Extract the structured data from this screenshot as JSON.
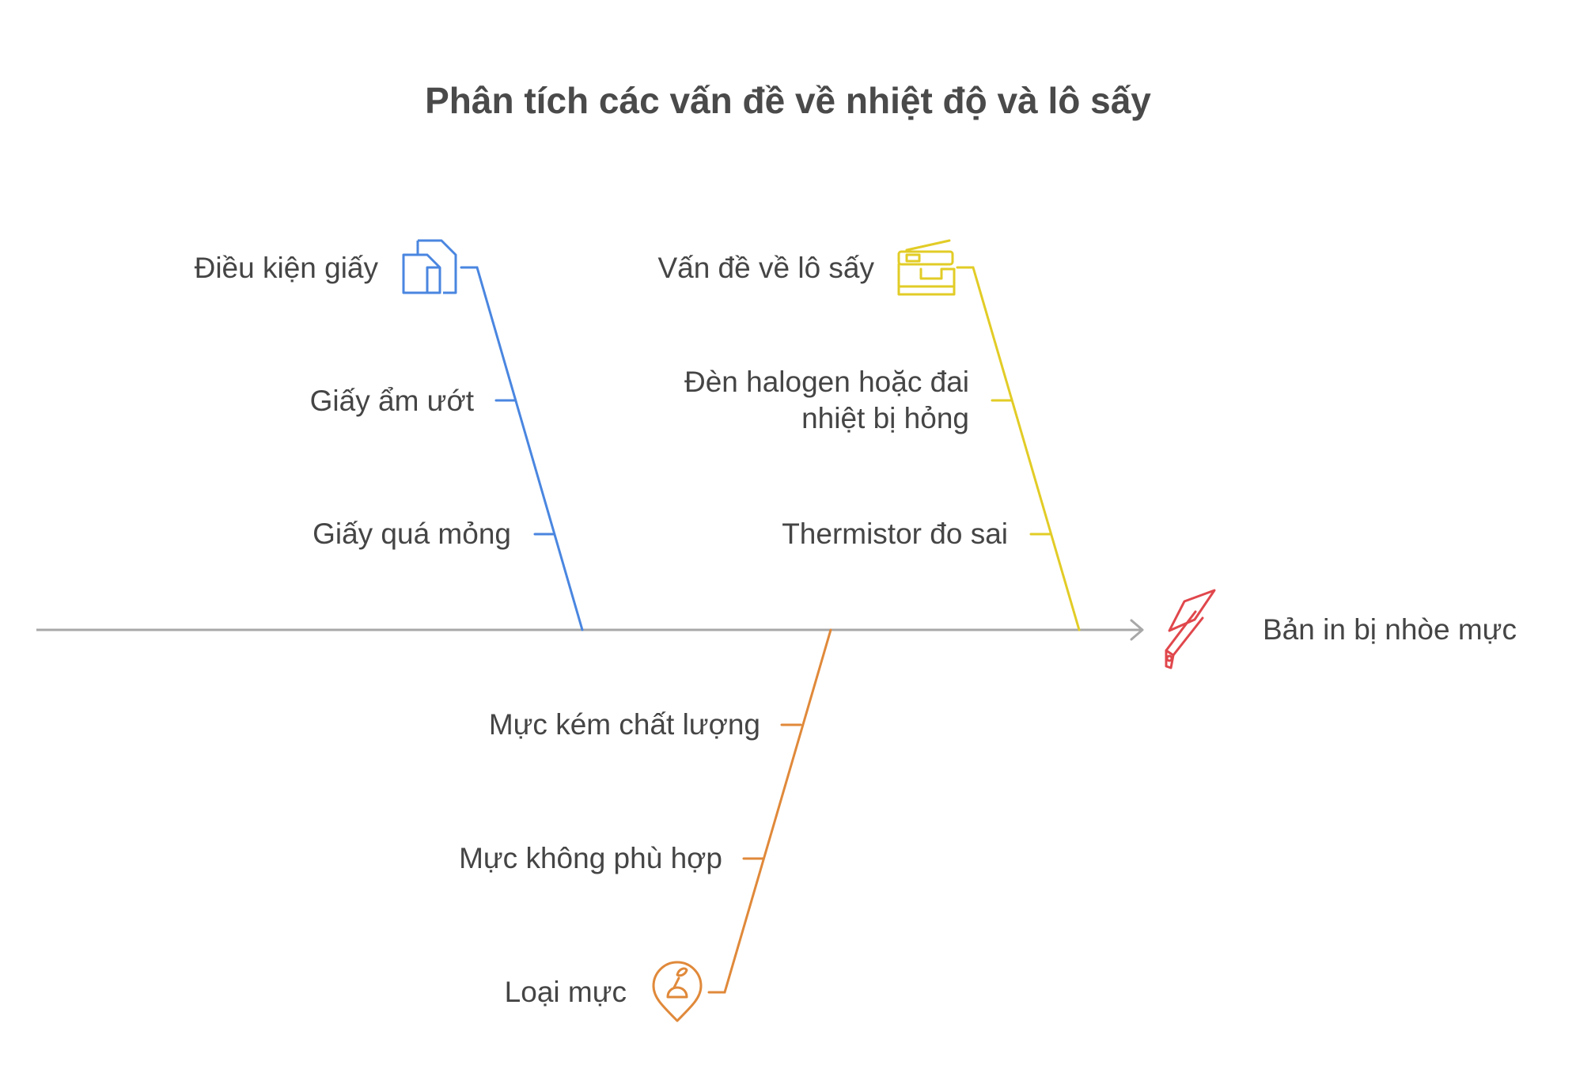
{
  "title": "Phân tích các vấn đề về nhiệt độ và lô sấy",
  "effect": {
    "label": "Bản in bị nhòe mực",
    "icon": "pen-nib-icon",
    "color": "#e0474c"
  },
  "colors": {
    "spine": "#a8a8a8",
    "paper": "#4a86e0",
    "fuser": "#e2cc26",
    "ink": "#e0893a"
  },
  "categories": [
    {
      "key": "paper",
      "label": "Điều kiện giấy",
      "icon": "documents-icon",
      "causes": [
        "Giấy ẩm ướt",
        "Giấy quá mỏng"
      ]
    },
    {
      "key": "fuser",
      "label": "Vấn đề về lô sấy",
      "icon": "printer-icon",
      "causes": [
        "Đèn halogen hoặc đai nhiệt bị hỏng",
        "Thermistor đo sai"
      ],
      "cause_lines": [
        [
          "Đèn halogen hoặc đai",
          "nhiệt bị hỏng"
        ],
        [
          "Thermistor đo sai"
        ]
      ]
    },
    {
      "key": "ink",
      "label": "Loại mực",
      "icon": "ink-bottle-icon",
      "causes": [
        "Mực kém chất lượng",
        "Mực không phù hợp"
      ]
    }
  ]
}
